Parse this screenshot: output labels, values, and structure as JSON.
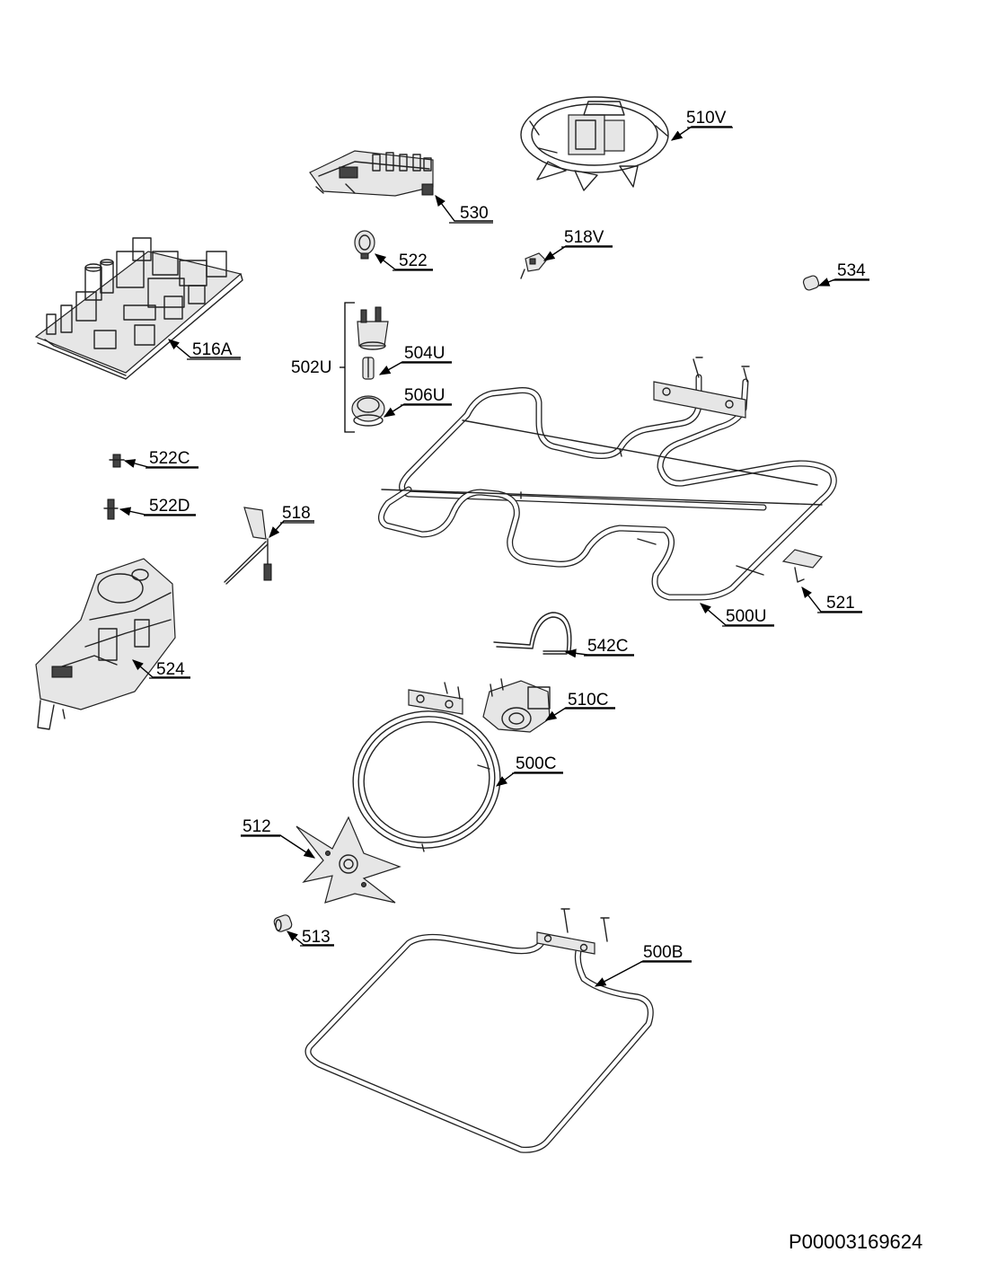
{
  "document_id": "P00003169624",
  "arrow_color": "#000000",
  "labels": {
    "l510V": "510V",
    "l530": "530",
    "l522": "522",
    "l518V": "518V",
    "l534": "534",
    "l516A": "516A",
    "l502U": "502U",
    "l504U": "504U",
    "l506U": "506U",
    "l522C": "522C",
    "l522D": "522D",
    "l518": "518",
    "l521": "521",
    "l500U": "500U",
    "l524": "524",
    "l542C": "542C",
    "l510C": "510C",
    "l500C": "500C",
    "l512": "512",
    "l513": "513",
    "l500B": "500B"
  }
}
